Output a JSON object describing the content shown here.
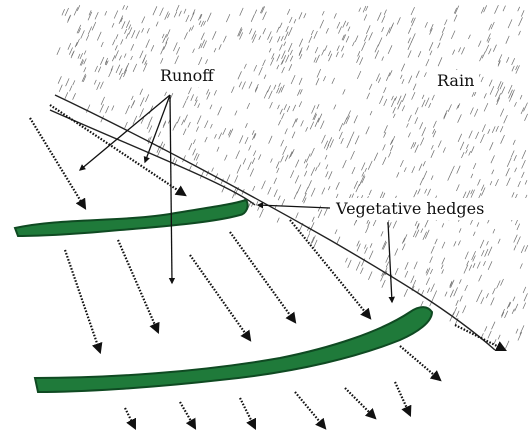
{
  "labels": {
    "runoff": "Runoff",
    "rain": "Rain",
    "hedges": "Vegetative hedges"
  },
  "colors": {
    "hedge": "#1f7a3a",
    "hedge_dark": "#0f4a22",
    "ink": "#111111",
    "rain": "#6f6f6f",
    "background": "#ffffff"
  }
}
